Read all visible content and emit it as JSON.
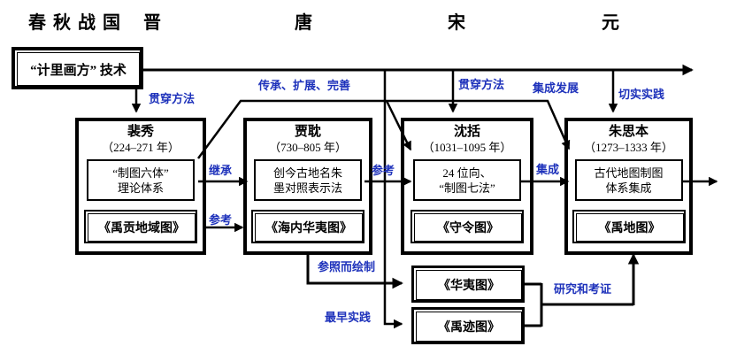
{
  "eras": [
    "春秋战国",
    "晋",
    "唐",
    "宋",
    "元"
  ],
  "root": {
    "label": "“计里画方” 技术"
  },
  "people": [
    {
      "name": "裴秀",
      "years": "（224–271 年）",
      "method": "“制图六体”\n理论体系",
      "map": "《禹贡地域图》"
    },
    {
      "name": "贾耽",
      "years": "（730–805 年）",
      "method": "创今古地名朱\n墨对照表示法",
      "map": "《海内华夷图》"
    },
    {
      "name": "沈括",
      "years": "（1031–1095 年）",
      "method": "24 位向、\n“制图七法”",
      "map": "《守令图》"
    },
    {
      "name": "朱思本",
      "years": "（1273–1333 年）",
      "method": "古代地图制图\n体系集成",
      "map": "《禹地图》"
    }
  ],
  "derived_maps": [
    {
      "title": "《华夷图》"
    },
    {
      "title": "《禹迹图》"
    }
  ],
  "labels": {
    "guanchuan1": "贯穿方法",
    "chuancheng": "传承、扩展、完善",
    "guanchuan2": "贯穿方法",
    "jicheng_fazhan": "集成发展",
    "qieshi": "切实实践",
    "jicheng": "继承",
    "cankao1": "参考",
    "cankao2": "参考",
    "jicheng2": "集成",
    "canzhao": "参照而绘制",
    "zuizao": "最早实践",
    "yanjiu": "研究和考证"
  },
  "colors": {
    "edge_label": "#1e32bb",
    "line": "#000000",
    "background": "#ffffff"
  }
}
